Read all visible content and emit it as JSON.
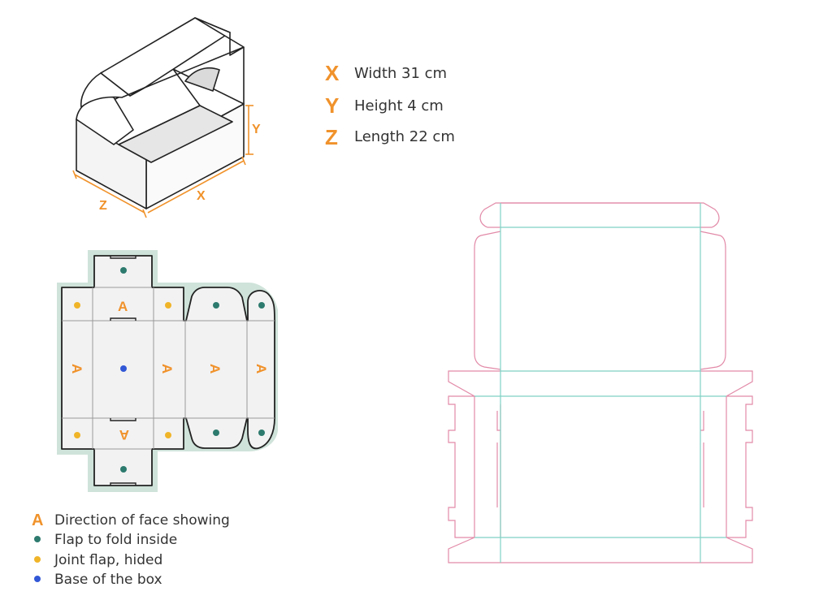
{
  "dimensions": [
    {
      "letter": "X",
      "label": "Width 31 cm"
    },
    {
      "letter": "Y",
      "label": "Height 4 cm"
    },
    {
      "letter": "Z",
      "label": "Length 22 cm"
    }
  ],
  "box_axis_labels": {
    "x": "X",
    "y": "Y",
    "z": "Z"
  },
  "net_face_marker": "A",
  "legend": [
    {
      "marker": "A",
      "label": "Direction of face showing"
    },
    {
      "marker": "",
      "label": "Flap to fold inside"
    },
    {
      "marker": "",
      "label": "Joint flap, hided"
    },
    {
      "marker": "",
      "label": "Base of the box"
    }
  ],
  "colors": {
    "orange": "#f0922b",
    "teal_dot": "#2d7a6e",
    "yellow_dot": "#f0b429",
    "blue_dot": "#3257d6",
    "net_outline_bg": "#cfe3da",
    "dieline_cut": "#e28aa8",
    "dieline_fold": "#7fd1c4"
  }
}
